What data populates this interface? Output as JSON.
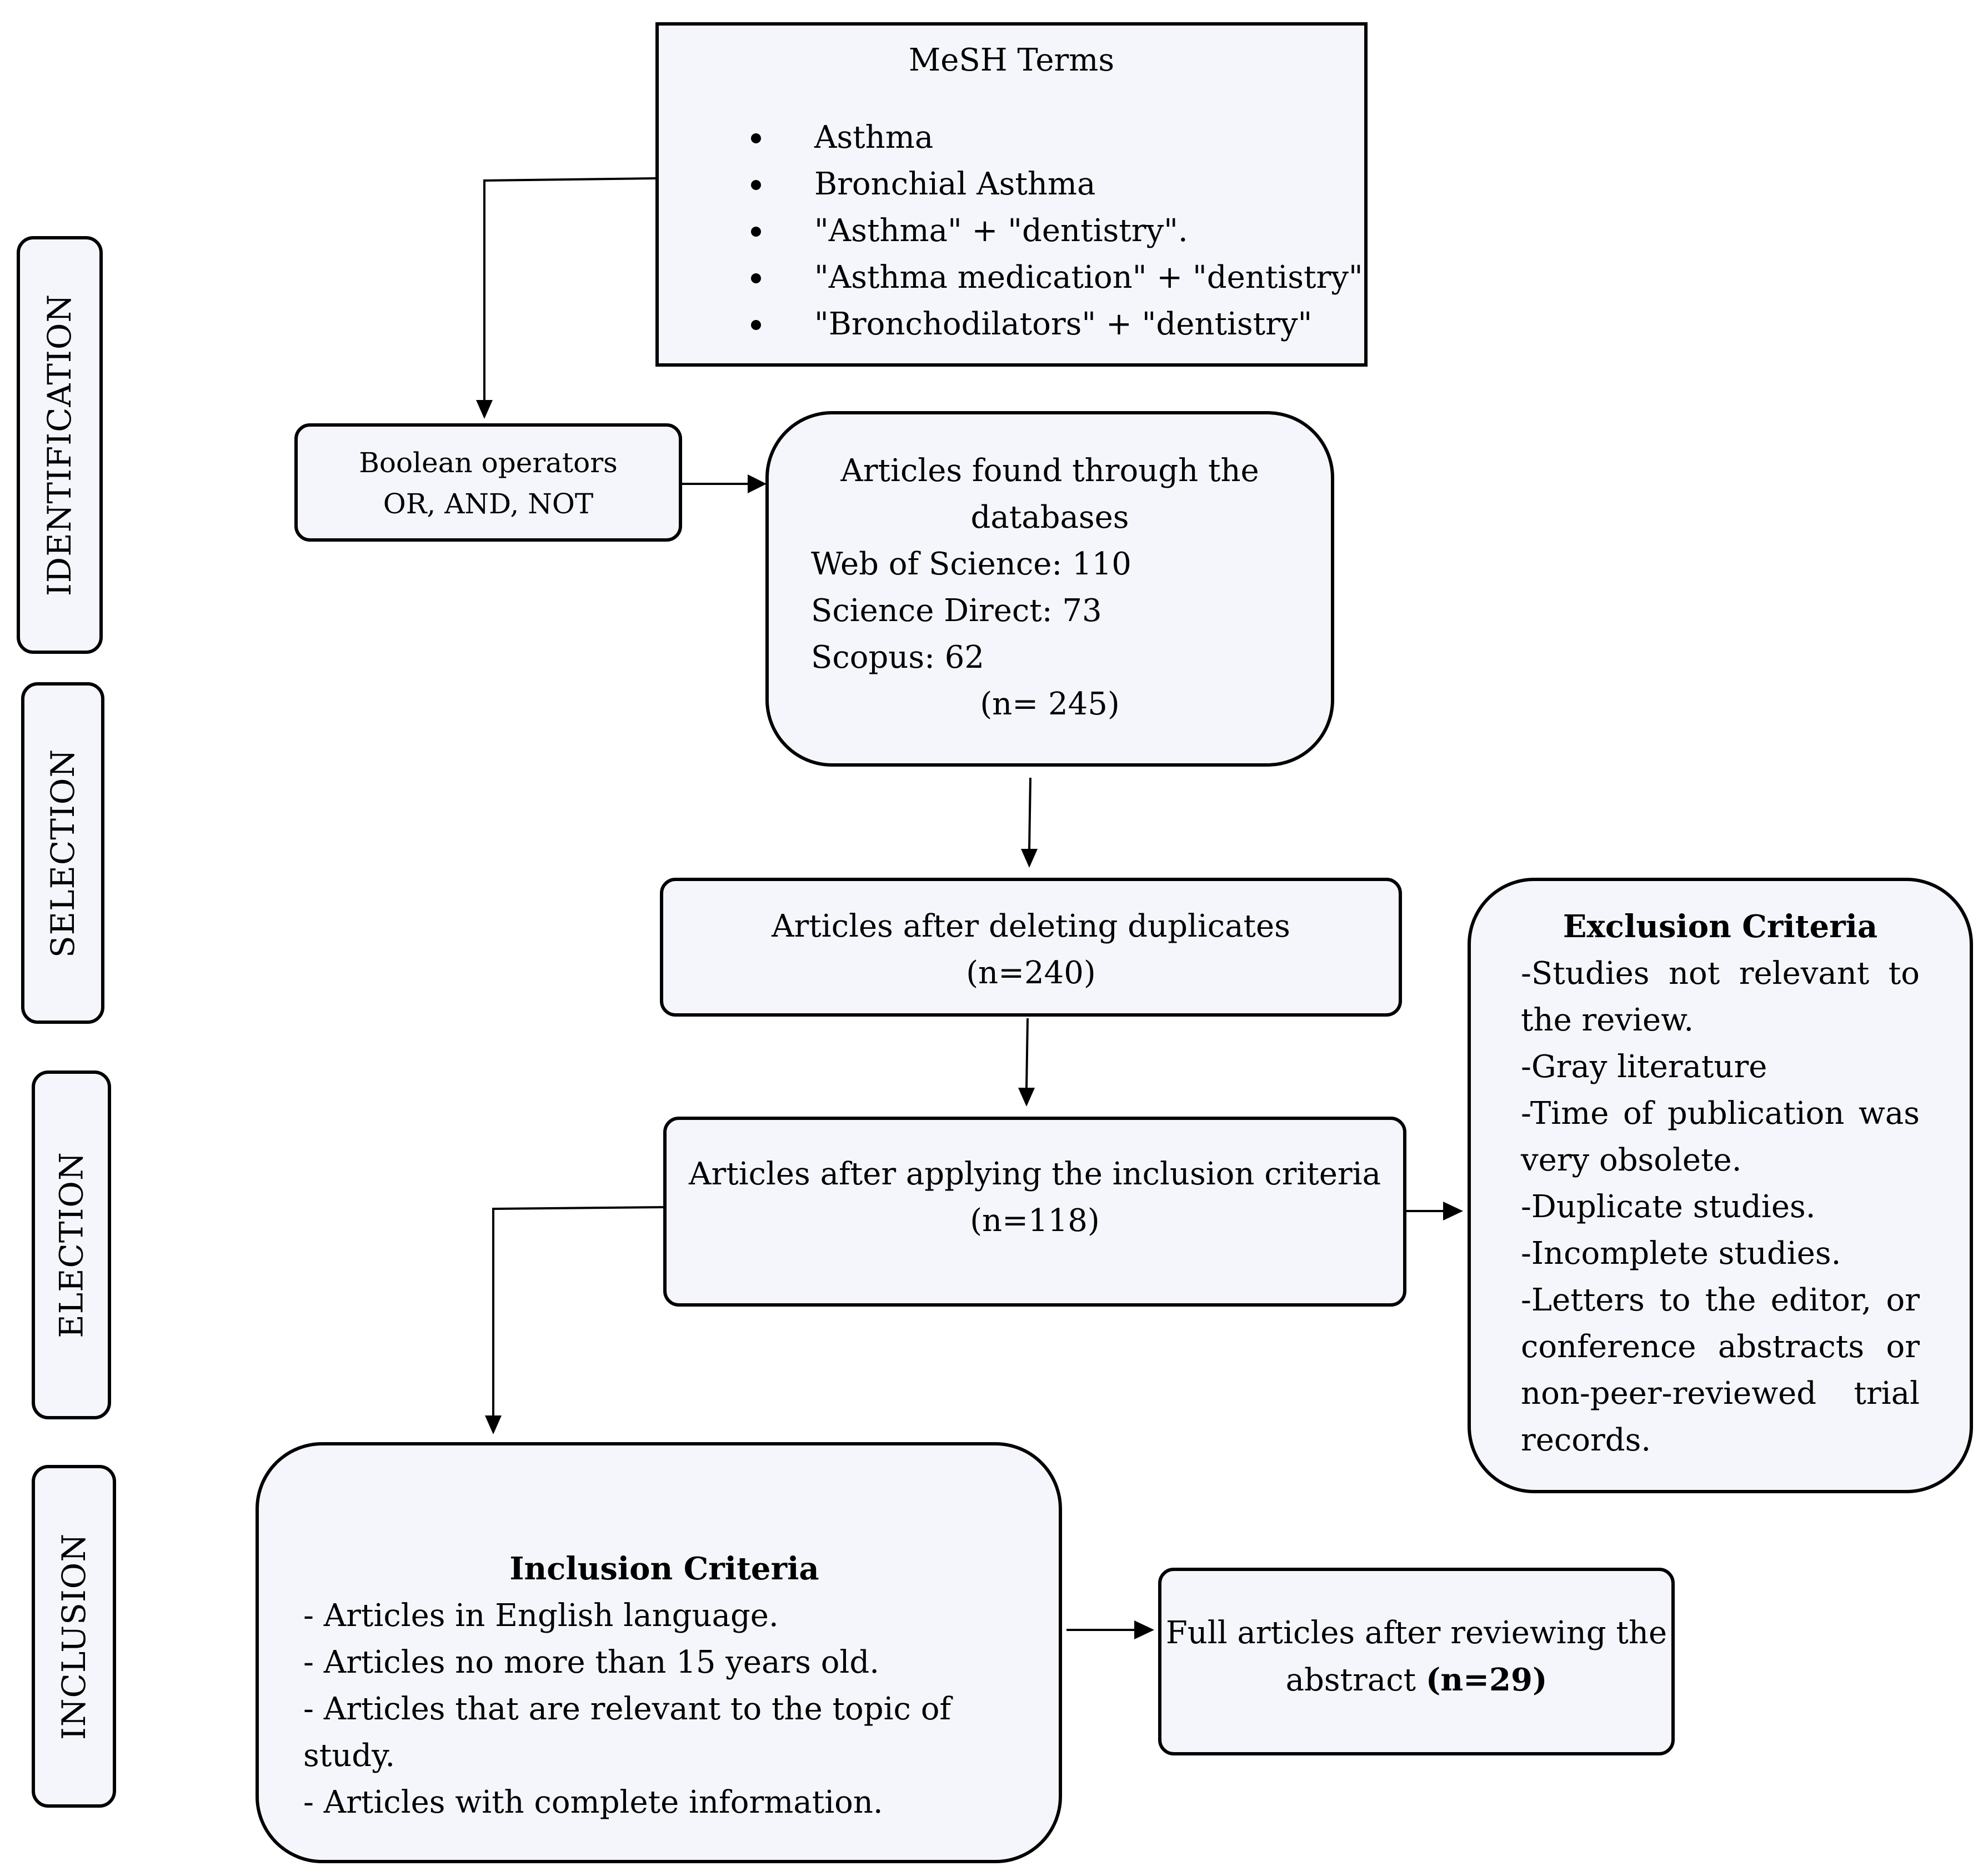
{
  "stages": [
    "IDENTIFICATION",
    "SELECTION",
    "ELECTION",
    "INCLUSION"
  ],
  "mesh": {
    "title": "MeSH Terms",
    "terms": [
      "Asthma",
      "Bronchial Asthma",
      "\"Asthma\" + \"dentistry\".",
      "\"Asthma medication\" + \"dentistry\"",
      "\"Bronchodilators\" + \"dentistry\""
    ]
  },
  "boolean": {
    "line1": "Boolean operators",
    "line2": "OR, AND, NOT"
  },
  "found": {
    "line1": "Articles found through the",
    "line2": "databases",
    "items": [
      "Web of Science: 110",
      "Science Direct: 73",
      "Scopus: 62"
    ],
    "total": "(n= 245)"
  },
  "duplicates": {
    "line1": "Articles after deleting duplicates",
    "line2": "(n=240)"
  },
  "inclusion_applied": {
    "line1": "Articles after applying the inclusion criteria",
    "line2": "(n=118)"
  },
  "exclusion": {
    "title": "Exclusion Criteria",
    "items": [
      "-Studies not relevant to the review.",
      "-Gray literature",
      "-Time of publication was very obsolete.",
      "-Duplicate studies.",
      "-Incomplete studies.",
      "-Letters to the editor, or conference abstracts or non-peer-reviewed trial records."
    ]
  },
  "inclusion": {
    "title": "Inclusion Criteria",
    "items": [
      "- Articles in English language.",
      "- Articles no more than 15 years old.",
      "- Articles that are relevant to the topic of study.",
      "- Articles with complete information."
    ]
  },
  "full": {
    "line1": "Full articles after reviewing the",
    "line2": "abstract",
    "count": "(n=29)"
  }
}
